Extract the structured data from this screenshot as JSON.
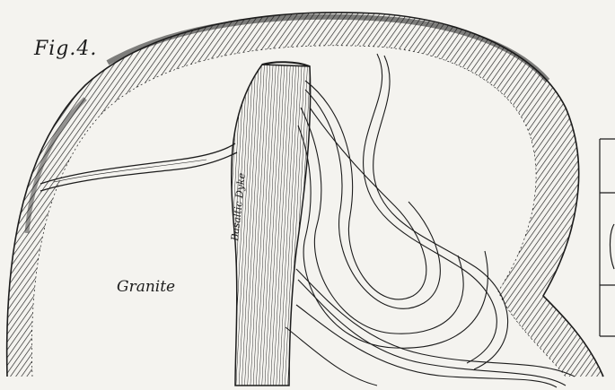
{
  "figure": {
    "label": "Fig.4.",
    "rock_label": "Granite",
    "dyke_label": "Basaltic Dyke"
  },
  "colors": {
    "paper": "#f4f3ef",
    "ink": "#1c1c1c"
  }
}
